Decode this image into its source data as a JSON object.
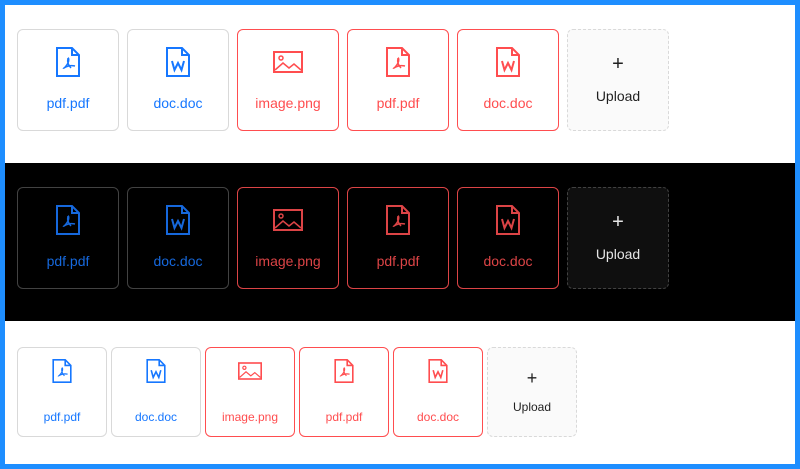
{
  "colors": {
    "outer_border": "#1e8eff",
    "primary": "#1677ff",
    "primary_dark": "#1668dc",
    "error": "#ff4d4f",
    "error_dark": "#dc4446"
  },
  "rows": [
    {
      "theme": "light",
      "items": [
        {
          "name": "pdf.pdf",
          "status": "done",
          "icon": "file-pdf-icon"
        },
        {
          "name": "doc.doc",
          "status": "done",
          "icon": "file-word-icon"
        },
        {
          "name": "image.png",
          "status": "error",
          "icon": "file-image-icon"
        },
        {
          "name": "pdf.pdf",
          "status": "error",
          "icon": "file-pdf-icon"
        },
        {
          "name": "doc.doc",
          "status": "error",
          "icon": "file-word-icon"
        }
      ],
      "upload": {
        "plus": "+",
        "label": "Upload"
      }
    },
    {
      "theme": "dark",
      "items": [
        {
          "name": "pdf.pdf",
          "status": "done",
          "icon": "file-pdf-icon"
        },
        {
          "name": "doc.doc",
          "status": "done",
          "icon": "file-word-icon"
        },
        {
          "name": "image.png",
          "status": "error",
          "icon": "file-image-icon"
        },
        {
          "name": "pdf.pdf",
          "status": "error",
          "icon": "file-pdf-icon"
        },
        {
          "name": "doc.doc",
          "status": "error",
          "icon": "file-word-icon"
        }
      ],
      "upload": {
        "plus": "+",
        "label": "Upload"
      }
    },
    {
      "theme": "light-small",
      "items": [
        {
          "name": "pdf.pdf",
          "status": "done",
          "icon": "file-pdf-icon"
        },
        {
          "name": "doc.doc",
          "status": "done",
          "icon": "file-word-icon"
        },
        {
          "name": "image.png",
          "status": "error",
          "icon": "file-image-icon"
        },
        {
          "name": "pdf.pdf",
          "status": "error",
          "icon": "file-pdf-icon"
        },
        {
          "name": "doc.doc",
          "status": "error",
          "icon": "file-word-icon"
        }
      ],
      "upload": {
        "plus": "+",
        "label": "Upload"
      }
    }
  ]
}
